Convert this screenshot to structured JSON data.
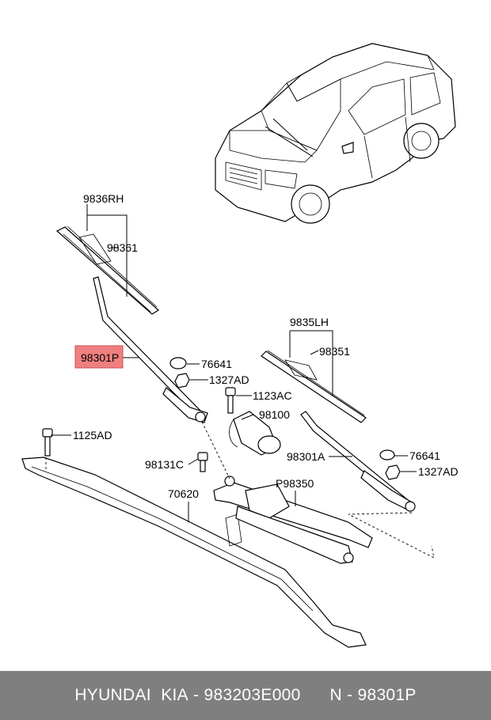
{
  "diagram": {
    "labels": {
      "p9836rh": "9836RH",
      "p98361": "98361",
      "p98301p": "98301P",
      "p76641a": "76641",
      "p1327ada": "1327AD",
      "p1123ac": "1123AC",
      "p98100": "98100",
      "p1125ad": "1125AD",
      "p98131c": "98131C",
      "p70620": "70620",
      "p98350": "P98350",
      "p9835lh": "9835LH",
      "p98351": "98351",
      "p98301a": "98301A",
      "p76641b": "76641",
      "p1327adb": "1327AD"
    },
    "highlight_color": "#f08080"
  },
  "footer": {
    "brand": "HYUNDAI  KIA",
    "part_number": "983203E000",
    "ref": "N - 98301P"
  }
}
